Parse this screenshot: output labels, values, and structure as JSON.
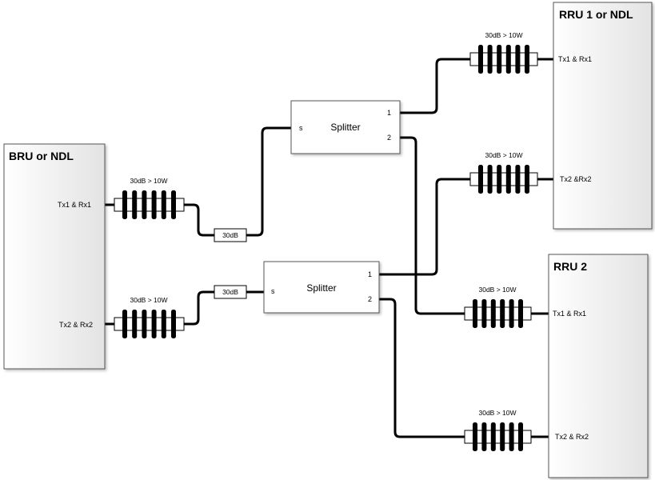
{
  "bru": {
    "title": "BRU or NDL",
    "port1": "Tx1 & Rx1",
    "port2": "Tx2 & Rx2"
  },
  "rru1": {
    "title": "RRU 1 or NDL",
    "port1": "Tx1 & Rx1",
    "port2": "Tx2 &Rx2"
  },
  "rru2": {
    "title": "RRU 2",
    "port1": "Tx1 & Rx1",
    "port2": "Tx2 & Rx2"
  },
  "splitter_top": {
    "title": "Splitter",
    "input": "s",
    "out1": "1",
    "out2": "2"
  },
  "splitter_bottom": {
    "title": "Splitter",
    "input": "s",
    "out1": "1",
    "out2": "2"
  },
  "attenuators": {
    "bru_tx1": "30dB > 10W",
    "bru_tx2": "30dB > 10W",
    "rru1_tx1": "30dB > 10W",
    "rru1_tx2": "30dB > 10W",
    "rru2_tx1": "30dB > 10W",
    "rru2_tx2": "30dB > 10W",
    "small_top": "30dB",
    "small_bottom": "30dB"
  }
}
